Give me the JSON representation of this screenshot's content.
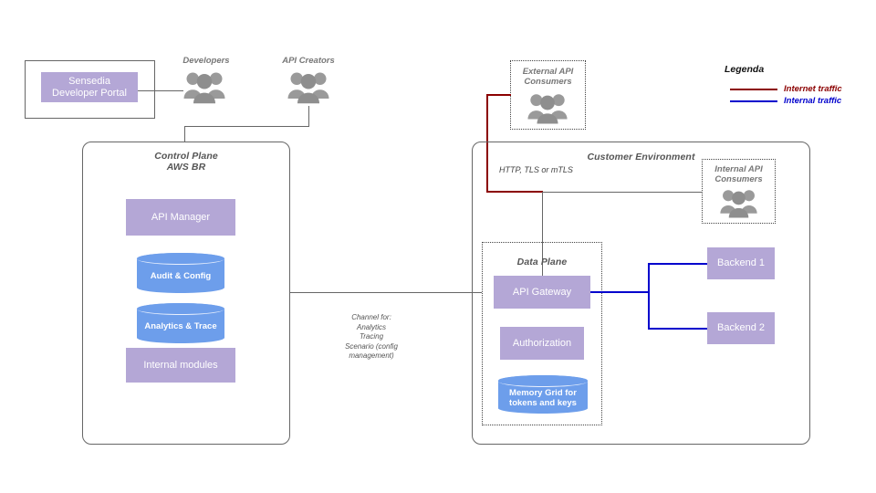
{
  "diagram": {
    "actors": {
      "developers": {
        "label": "Developers",
        "icon": "people-group-icon"
      },
      "api_creators": {
        "label": "API Creators",
        "icon": "people-group-icon"
      },
      "external_consumers": {
        "title_line1": "External API",
        "title_line2": "Consumers",
        "icon": "people-group-icon"
      },
      "internal_consumers": {
        "title_line1": "Internal API",
        "title_line2": "Consumers",
        "icon": "people-group-icon"
      }
    },
    "portal_container": {
      "node": {
        "line1": "Sensedia",
        "line2": "Developer Portal"
      }
    },
    "control_plane": {
      "title_line1": "Control Plane",
      "title_line2": "AWS BR",
      "nodes": [
        {
          "label": "API Manager",
          "shape": "rect",
          "color": "#b4a7d6"
        },
        {
          "label": "Audit & Config",
          "shape": "cylinder",
          "color": "#6d9eeb"
        },
        {
          "label": "Analytics & Trace",
          "shape": "cylinder",
          "color": "#6d9eeb"
        },
        {
          "label": "Internal modules",
          "shape": "rect",
          "color": "#b4a7d6"
        }
      ]
    },
    "customer_environment": {
      "title": "Customer Environment",
      "protocol_label": "HTTP, TLS or mTLS",
      "data_plane": {
        "title": "Data Plane",
        "nodes": [
          {
            "label": "API Gateway",
            "shape": "rect",
            "color": "#b4a7d6"
          },
          {
            "label": "Authorization",
            "shape": "rect",
            "color": "#b4a7d6"
          },
          {
            "label_line1": "Memory Grid for",
            "label_line2": "tokens and keys",
            "shape": "cylinder",
            "color": "#6d9eeb"
          }
        ]
      },
      "backends": [
        {
          "label": "Backend 1",
          "color": "#b4a7d6"
        },
        {
          "label": "Backend 2",
          "color": "#b4a7d6"
        }
      ]
    },
    "channel_note": {
      "line1": "Channel  for:",
      "line2": "Analytics",
      "line3": "Tracing",
      "line4": "Scenario (config",
      "line5": "management)"
    },
    "legend": {
      "title": "Legenda",
      "items": [
        {
          "label": "Internet traffic",
          "color": "#8b0000"
        },
        {
          "label": "Internal traffic",
          "color": "#0000cd"
        }
      ]
    }
  }
}
